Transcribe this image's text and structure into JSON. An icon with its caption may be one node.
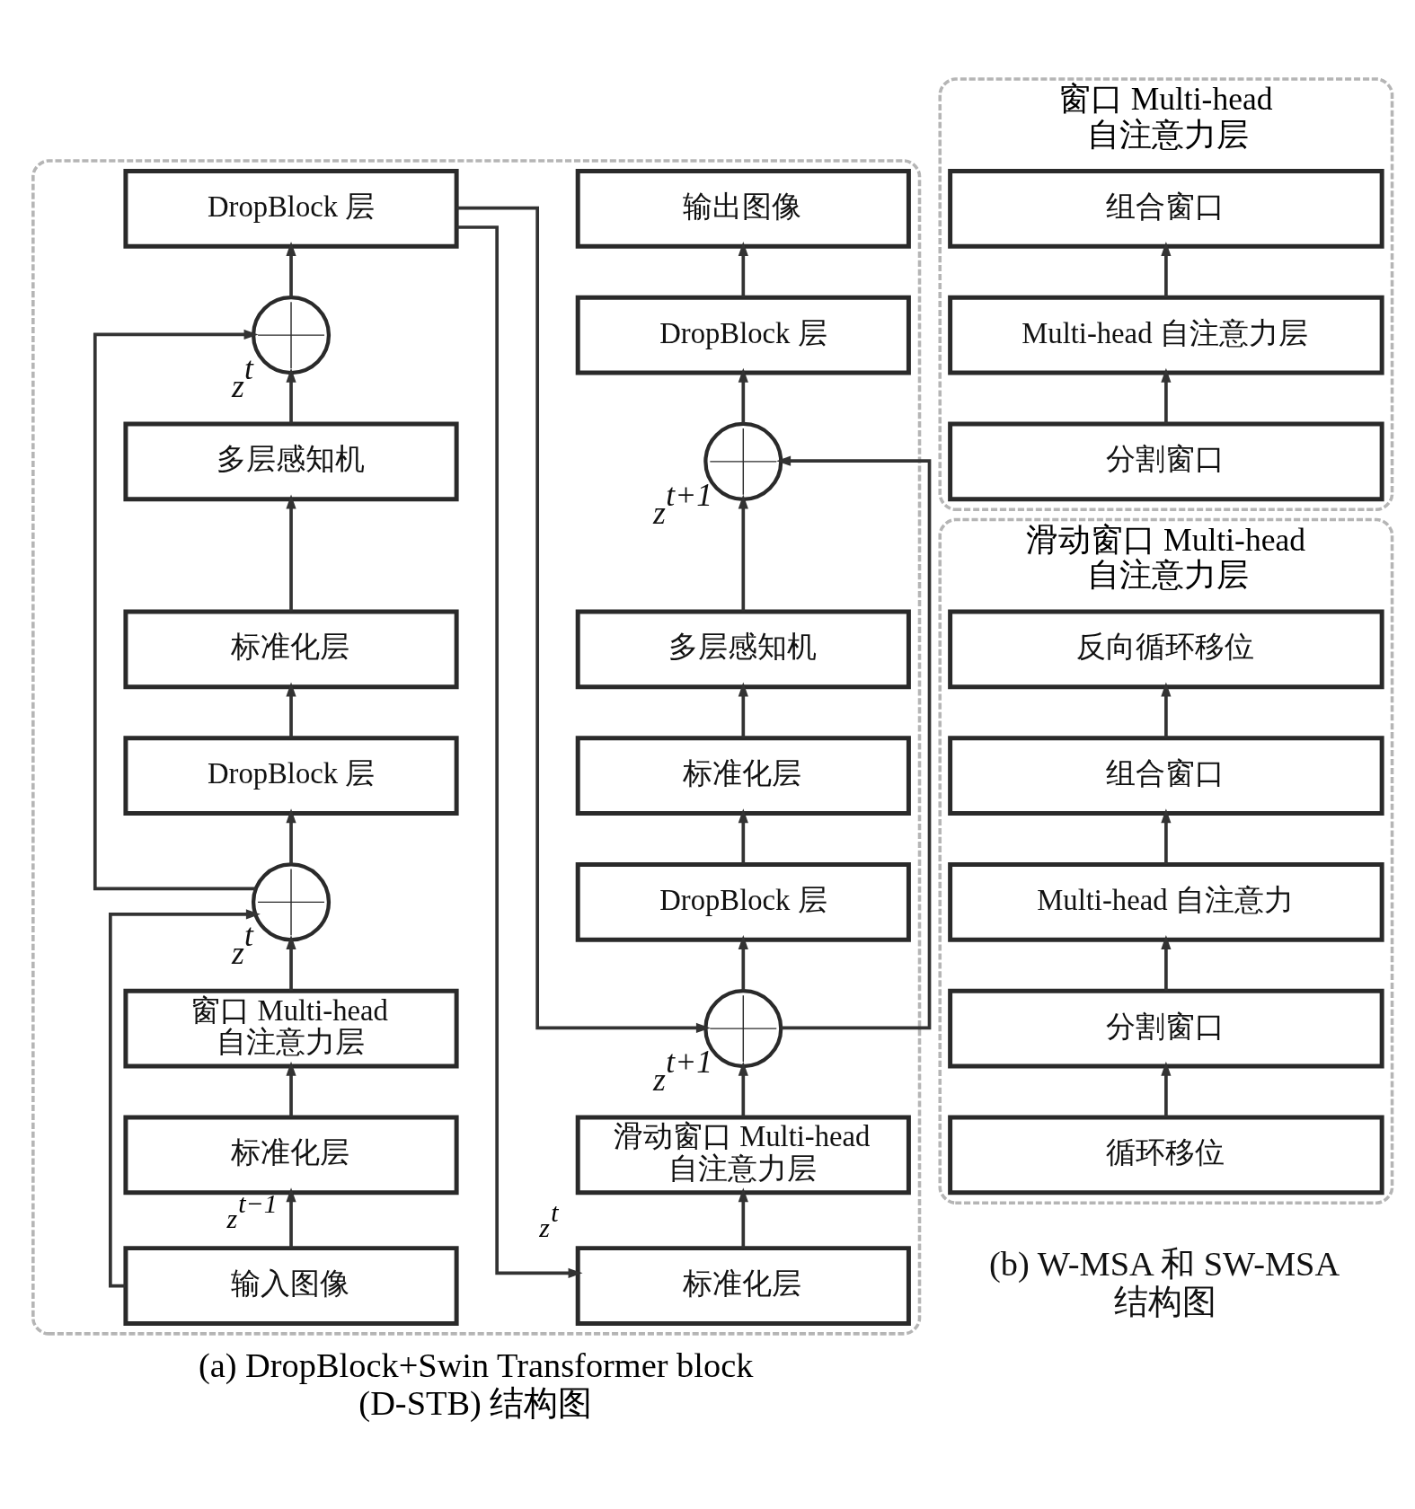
{
  "diagram": {
    "nodes": [
      {
        "text": [],
        "shape": "box",
        "beside": [
          "(a) DropBlock+Swin Transformer block (D-STB) 结构图"
        ]
      },
      {
        "text": [
          "DropBlock 层"
        ],
        "in": 0
      },
      {
        "text": [],
        "shape": "circle",
        "in": 0,
        "beside": [
          "z$^{t}$"
        ]
      },
      {
        "text": [
          "多层感知机"
        ],
        "in": 0
      },
      {
        "text": [
          "标准化层"
        ],
        "in": 0
      },
      {
        "text": [
          "DropBlock 层"
        ],
        "in": 0
      },
      {
        "text": [],
        "shape": "circle",
        "in": 0,
        "beside": [
          "z$^{t}$"
        ]
      },
      {
        "text": [
          "窗口 Multi-head 自注意力层"
        ],
        "in": 0
      },
      {
        "text": [
          "标准化层"
        ],
        "in": 0
      },
      {
        "text": [
          "输入图像"
        ],
        "in": 0
      },
      {
        "text": [
          "输出图像"
        ],
        "in": 0
      },
      {
        "text": [
          "DropBlock 层"
        ],
        "in": 0
      },
      {
        "text": [],
        "shape": "circle",
        "in": 0,
        "beside": [
          "z$^{t+1}$"
        ]
      },
      {
        "text": [
          "多层感知机"
        ],
        "in": 0
      },
      {
        "text": [
          "标准化层"
        ],
        "in": 0
      },
      {
        "text": [
          "DropBlock 层"
        ],
        "in": 0
      },
      {
        "text": [],
        "shape": "circle",
        "in": 0,
        "beside": [
          "z$^{t+1}$"
        ]
      },
      {
        "text": [
          "滑动窗口 Multi-head 自注意力层"
        ],
        "in": 0
      },
      {
        "text": [
          "标准化层"
        ],
        "in": 0
      },
      {
        "text": [
          "窗口 Multi-head 自注意力层"
        ]
      },
      {
        "text": [
          "组合窗口"
        ],
        "in": 19
      },
      {
        "text": [
          "Multi-head 自注意力层"
        ],
        "in": 19
      },
      {
        "text": [
          "分割窗口"
        ],
        "in": 19
      },
      {
        "text": [
          "滑动窗口 Multi-head 自注意力层"
        ]
      },
      {
        "text": [
          "反向循环移位"
        ],
        "in": 23
      },
      {
        "text": [
          "组合窗口"
        ],
        "in": 23
      },
      {
        "text": [
          "Multi-head 自注意力"
        ],
        "in": 23
      },
      {
        "text": [
          "分割窗口"
        ],
        "in": 23
      },
      {
        "text": [
          "循环移位"
        ],
        "in": 23
      }
    ],
    "edges": [
      {
        "from": 9,
        "to": 8,
        "arrow": "to",
        "label": "z$^{t−1}$"
      },
      {
        "from": 9,
        "to": 6,
        "arrow": "to"
      },
      {
        "from": 8,
        "to": 7,
        "arrow": "to"
      },
      {
        "from": 7,
        "to": 6,
        "arrow": "to"
      },
      {
        "from": 6,
        "to": 5,
        "arrow": "to"
      },
      {
        "from": 6,
        "to": 2,
        "arrow": "to"
      },
      {
        "from": 5,
        "to": 4,
        "arrow": "to"
      },
      {
        "from": 4,
        "to": 3,
        "arrow": "to"
      },
      {
        "from": 3,
        "to": 2,
        "arrow": "to"
      },
      {
        "from": 2,
        "to": 1,
        "arrow": "to"
      },
      {
        "from": 1,
        "to": 18,
        "arrow": "to",
        "label": "z$^{t}$"
      },
      {
        "from": 1,
        "to": 16,
        "arrow": "to"
      },
      {
        "from": 18,
        "to": 17,
        "arrow": "to"
      },
      {
        "from": 17,
        "to": 16,
        "arrow": "to"
      },
      {
        "from": 16,
        "to": 15,
        "arrow": "to"
      },
      {
        "from": 16,
        "to": 12,
        "arrow": "to"
      },
      {
        "from": 15,
        "to": 14,
        "arrow": "to"
      },
      {
        "from": 14,
        "to": 13,
        "arrow": "to"
      },
      {
        "from": 13,
        "to": 12,
        "arrow": "to"
      },
      {
        "from": 12,
        "to": 11,
        "arrow": "to"
      },
      {
        "from": 11,
        "to": 10,
        "arrow": "to"
      },
      {
        "from": 22,
        "to": 21,
        "arrow": "to"
      },
      {
        "from": 21,
        "to": 20,
        "arrow": "to"
      },
      {
        "from": 28,
        "to": 27,
        "arrow": "to"
      },
      {
        "from": 27,
        "to": 26,
        "arrow": "to"
      },
      {
        "from": 26,
        "to": 25,
        "arrow": "to"
      },
      {
        "from": 25,
        "to": 24,
        "arrow": "to"
      }
    ],
    "labels": [
      "(b) W-MSA 和 SW-MSA 结构图"
    ]
  }
}
